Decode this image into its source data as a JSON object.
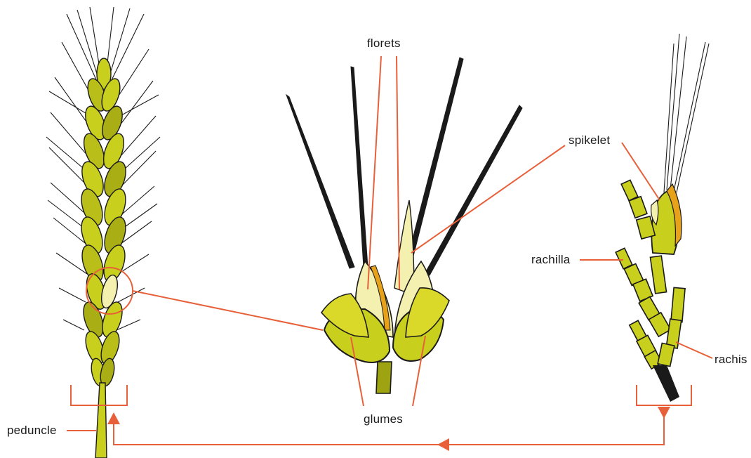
{
  "labels": {
    "florets": "florets",
    "spikelet": "spikelet",
    "rachilla": "rachilla",
    "rachis": "rachis",
    "glumes": "glumes",
    "peduncle": "peduncle"
  },
  "colors": {
    "callout": "#e8603a",
    "outline": "#1a1a1a",
    "glume_green": "#c9cf1d",
    "glume_dark": "#9ea312",
    "floret_pale": "#f4f0b0",
    "accent_orange": "#e8a21a",
    "background": "#ffffff"
  }
}
